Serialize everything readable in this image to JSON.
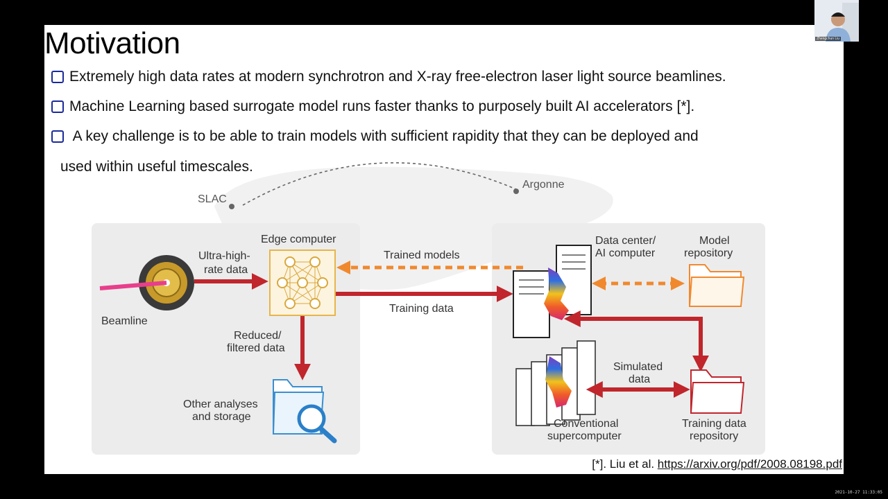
{
  "slide": {
    "title": "Motivation",
    "bullets": [
      "Extremely high data rates at modern synchrotron and X-ray free-electron laser light source beamlines.",
      "Machine Learning based surrogate model runs faster thanks to purposely built AI accelerators [*].",
      " A key challenge is to be able to train models with sufficient rapidity that they can be deployed and",
      "used within useful timescales."
    ],
    "citation_prefix": "[*]. Liu et al. ",
    "citation_link": "https://arxiv.org/pdf/2008.08198.pdf"
  },
  "diagram": {
    "map_labels": {
      "left": "SLAC",
      "right": "Argonne"
    },
    "left_panel": {
      "beamline": "Beamline",
      "ultra_line1": "Ultra-high-",
      "ultra_line2": "rate data",
      "edge": "Edge computer",
      "reduced_line1": "Reduced/",
      "reduced_line2": "filtered data",
      "other_line1": "Other analyses",
      "other_line2": "and storage"
    },
    "middle": {
      "trained_models": "Trained models",
      "training_data": "Training data"
    },
    "right_panel": {
      "dc_line1": "Data center/",
      "dc_line2": "AI computer",
      "model_line1": "Model",
      "model_line2": "repository",
      "sim_line1": "Simulated",
      "sim_line2": "data",
      "conv_line1": "Conventional",
      "conv_line2": "supercomputer",
      "tdr_line1": "Training data",
      "tdr_line2": "repository"
    },
    "colors": {
      "red": "#c0262c",
      "orange": "#f0892e",
      "panel": "#ececec"
    }
  },
  "video": {
    "participant_name": "Zhengchun Liu",
    "timestamp": "2021-10-27 11:33:05"
  }
}
